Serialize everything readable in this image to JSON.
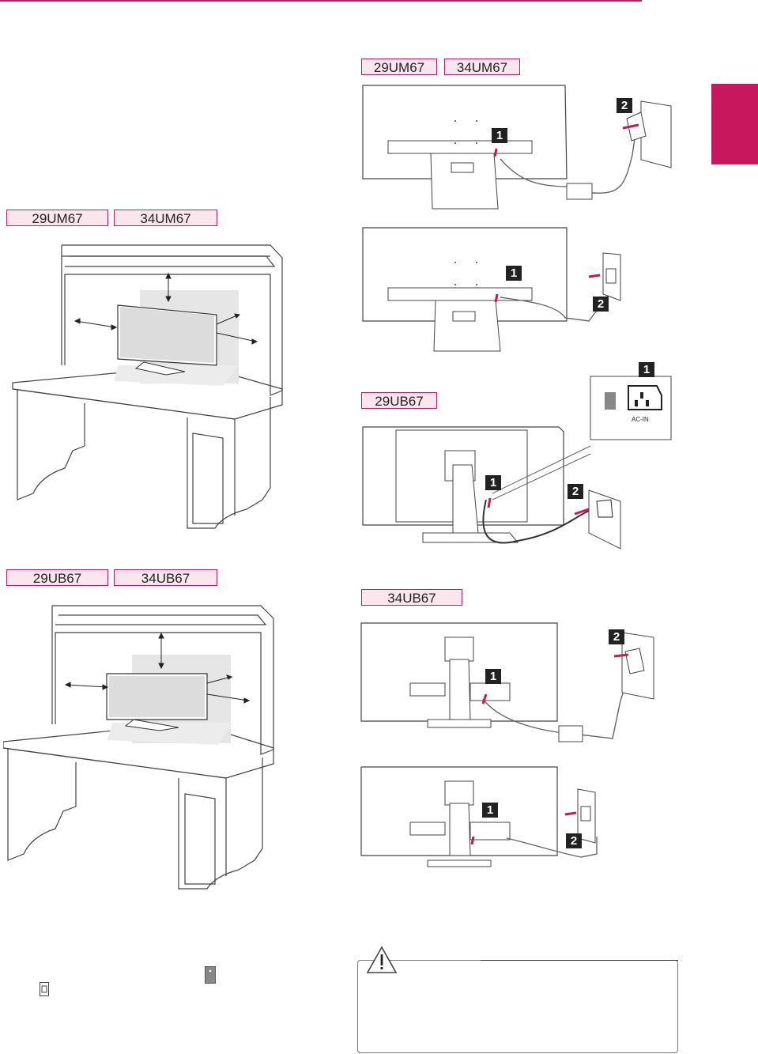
{
  "header": {
    "accent_color": "#c8175d"
  },
  "model_tags": {
    "top_right": [
      "29UM67",
      "34UM67"
    ],
    "left_um": [
      "29UM67",
      "34UM67"
    ],
    "left_ub": [
      "29UB67",
      "34UB67"
    ],
    "right_29ub": [
      "29UB67"
    ],
    "right_34ub": [
      "34UB67"
    ]
  },
  "step_numbers": [
    "1",
    "2"
  ],
  "ac_in_label": "AC-IN",
  "caution": {
    "icon": "warning-triangle-icon"
  }
}
